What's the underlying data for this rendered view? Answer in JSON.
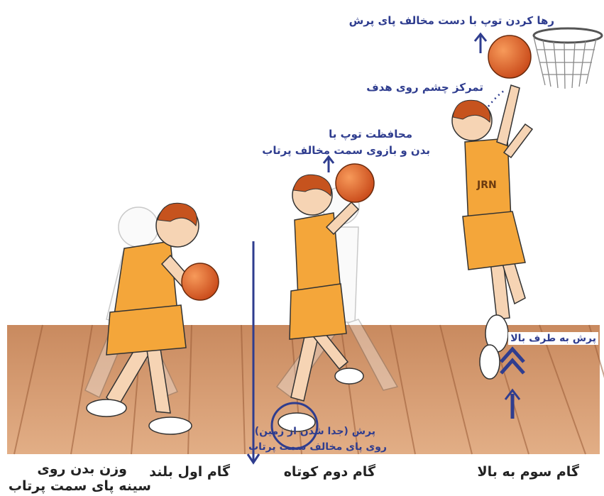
{
  "annotations": {
    "release_ball": "رها کردن توپ با دست مخالف پای پرش",
    "eye_focus": "تمرکز چشم روی هدف",
    "protect_ball_line1": "محافظت توپ با",
    "protect_ball_line2": "بدن و بازوی سمت مخالف پرتاب",
    "jump_up": "پرش به طرف بالا",
    "takeoff_line1": "پرش (جدا شدن از زمین)",
    "takeoff_line2": "روی پای مخالف سمت پرتاب"
  },
  "captions": {
    "step3": "گام سوم به بالا",
    "step2": "گام دوم کوتاه",
    "step1": "گام اول بلند",
    "weight_line1": "وزن بدن روی",
    "weight_line2": "سینه پای سمت پرتاب"
  },
  "jersey_text": "JRN",
  "colors": {
    "floor_light": "#d9a27a",
    "floor_dark": "#b9764c",
    "jersey": "#f4a63a",
    "ball": "#e0642a",
    "hair": "#c6531e",
    "skin": "#f6d4b4",
    "annotation_blue": "#2f3d8f"
  }
}
